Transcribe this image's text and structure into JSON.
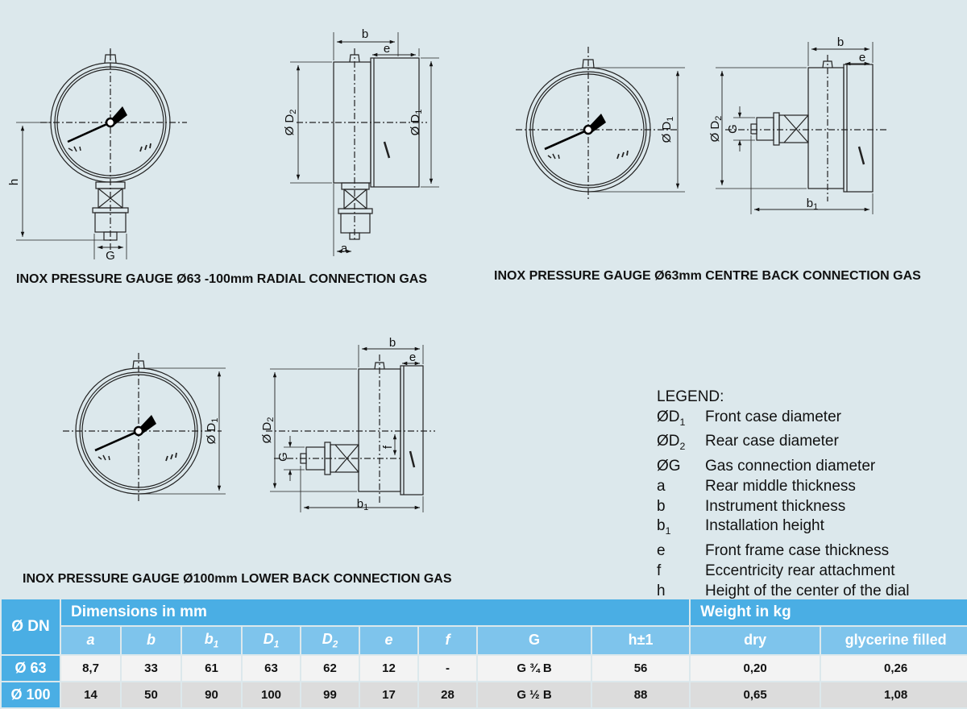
{
  "captions": {
    "radial": "INOX PRESSURE GAUGE Ø63 -100mm  RADIAL CONNECTION GAS",
    "centre_back": "INOX PRESSURE GAUGE Ø63mm CENTRE BACK CONNECTION GAS",
    "lower_back": "INOX PRESSURE GAUGE Ø100mm LOWER BACK CONNECTION GAS"
  },
  "dim_labels": {
    "h": "h",
    "G": "G",
    "a": "a",
    "b": "b",
    "e": "e",
    "f": "f",
    "b1": "b1",
    "D1": "Ø D1",
    "D2": "Ø D2"
  },
  "legend": {
    "title": "LEGEND:",
    "items": [
      {
        "symbol": "ØD1",
        "text": "Front case diameter"
      },
      {
        "symbol": "ØD2",
        "text": "Rear case diameter"
      },
      {
        "symbol": "ØG",
        "text": "Gas connection diameter"
      },
      {
        "symbol": "a",
        "text": "Rear middle thickness"
      },
      {
        "symbol": "b",
        "text": "Instrument thickness"
      },
      {
        "symbol": "b1",
        "text": "Installation height"
      },
      {
        "symbol": "e",
        "text": "Front frame case thickness"
      },
      {
        "symbol": "f",
        "text": "Eccentricity rear attachment"
      },
      {
        "symbol": "h",
        "text": "Height of the center of the dial"
      }
    ]
  },
  "table": {
    "dn_header": "Ø DN",
    "dimensions_header": "Dimensions in mm",
    "weight_header": "Weight in kg",
    "columns": [
      "a",
      "b",
      "b1",
      "D1",
      "D2",
      "e",
      "f",
      "G",
      "h±1",
      "dry",
      "glycerine filled"
    ],
    "rows": [
      {
        "dn": "Ø 63",
        "values": [
          "8,7",
          "33",
          "61",
          "63",
          "62",
          "12",
          "-",
          "G ¾ B",
          "56",
          "0,20",
          "0,26"
        ]
      },
      {
        "dn": "Ø 100",
        "values": [
          "14",
          "50",
          "90",
          "100",
          "99",
          "17",
          "28",
          "G ½ B",
          "88",
          "0,65",
          "1,08"
        ]
      }
    ]
  }
}
